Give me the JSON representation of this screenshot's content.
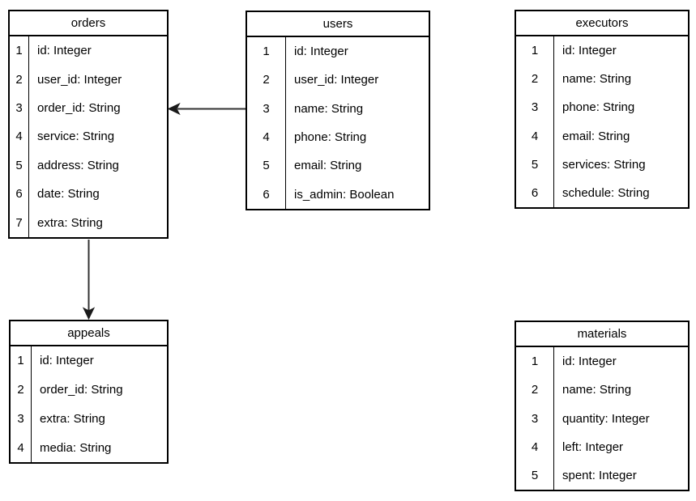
{
  "diagram": {
    "type": "entity-relationship",
    "colors": {
      "background": "#ffffff",
      "node_fill": "#ffffff",
      "border": "#000000",
      "text": "#000000",
      "connector": "#333333"
    },
    "tables": {
      "orders": {
        "title": "orders",
        "rows": [
          {
            "num": "1",
            "field": "id: Integer"
          },
          {
            "num": "2",
            "field": "user_id: Integer"
          },
          {
            "num": "3",
            "field": "order_id: String"
          },
          {
            "num": "4",
            "field": "service: String"
          },
          {
            "num": "5",
            "field": "address: String"
          },
          {
            "num": "6",
            "field": "date: String"
          },
          {
            "num": "7",
            "field": "extra: String"
          }
        ]
      },
      "users": {
        "title": "users",
        "rows": [
          {
            "num": "1",
            "field": "id: Integer"
          },
          {
            "num": "2",
            "field": "user_id: Integer"
          },
          {
            "num": "3",
            "field": "name: String"
          },
          {
            "num": "4",
            "field": "phone: String"
          },
          {
            "num": "5",
            "field": "email: String"
          },
          {
            "num": "6",
            "field": "is_admin: Boolean"
          }
        ]
      },
      "executors": {
        "title": "executors",
        "rows": [
          {
            "num": "1",
            "field": "id: Integer"
          },
          {
            "num": "2",
            "field": "name: String"
          },
          {
            "num": "3",
            "field": "phone: String"
          },
          {
            "num": "4",
            "field": "email: String"
          },
          {
            "num": "5",
            "field": "services: String"
          },
          {
            "num": "6",
            "field": "schedule: String"
          }
        ]
      },
      "appeals": {
        "title": "appeals",
        "rows": [
          {
            "num": "1",
            "field": "id: Integer"
          },
          {
            "num": "2",
            "field": "order_id: String"
          },
          {
            "num": "3",
            "field": "extra: String"
          },
          {
            "num": "4",
            "field": "media: String"
          }
        ]
      },
      "materials": {
        "title": "materials",
        "rows": [
          {
            "num": "1",
            "field": "id: Integer"
          },
          {
            "num": "2",
            "field": "name: String"
          },
          {
            "num": "3",
            "field": "quantity: Integer"
          },
          {
            "num": "4",
            "field": "left: Integer"
          },
          {
            "num": "5",
            "field": "spent: Integer"
          }
        ]
      }
    },
    "connections": [
      {
        "from": "users",
        "from_side": "left",
        "to": "orders",
        "to_side": "right",
        "arrowhead": "to"
      },
      {
        "from": "orders",
        "from_side": "bottom",
        "to": "appeals",
        "to_side": "top",
        "arrowhead": "to"
      }
    ]
  }
}
